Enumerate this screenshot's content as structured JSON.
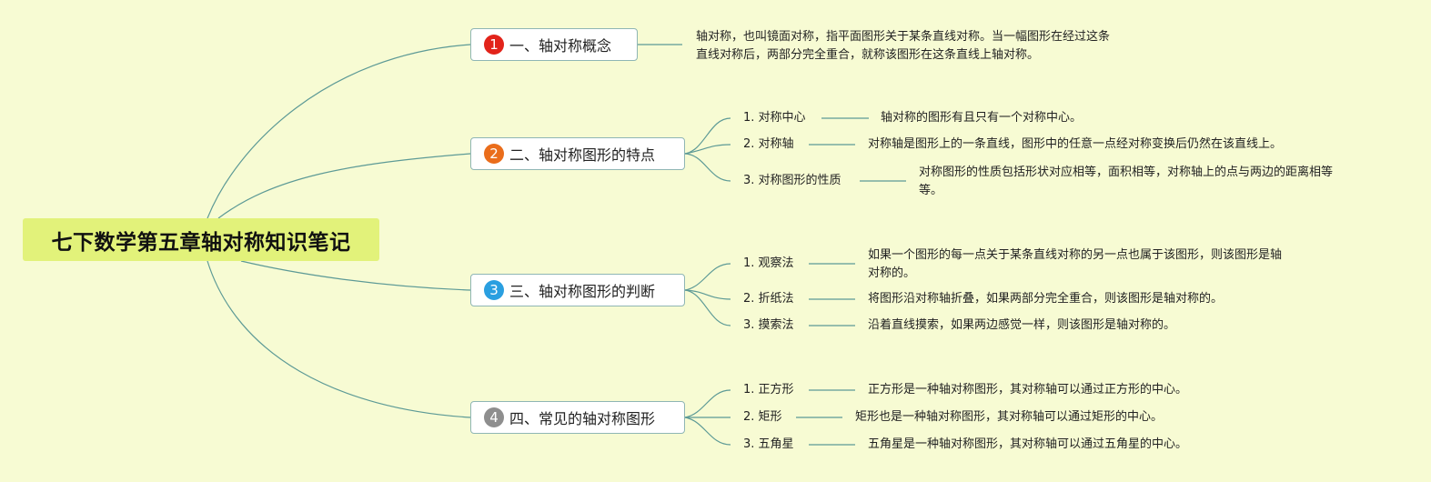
{
  "root": {
    "title": "七下数学第五章轴对称知识笔记"
  },
  "colors": {
    "background": "#f7fbd3",
    "root_fill": "#e2f27a",
    "line": "#5d9a96",
    "badge_1": "#e2231a",
    "badge_2": "#ea6d1b",
    "badge_3": "#2a9fe0",
    "badge_4": "#8e8e8e"
  },
  "branches": [
    {
      "num": "1",
      "title": "一、轴对称概念",
      "description": [
        "轴对称，也叫镜面对称，指平面图形关于某条直线对称。当一幅图形在经过这条",
        "直线对称后，两部分完全重合，就称该图形在这条直线上轴对称。"
      ]
    },
    {
      "num": "2",
      "title": "二、轴对称图形的特点",
      "items": [
        {
          "label": "1. 对称中心",
          "desc": [
            "轴对称的图形有且只有一个对称中心。"
          ]
        },
        {
          "label": "2. 对称轴",
          "desc": [
            "对称轴是图形上的一条直线，图形中的任意一点经对称变换后仍然在该直线上。"
          ]
        },
        {
          "label": "3. 对称图形的性质",
          "desc": [
            "对称图形的性质包括形状对应相等，面积相等，对称轴上的点与两边的距离相等",
            "等。"
          ]
        }
      ]
    },
    {
      "num": "3",
      "title": "三、轴对称图形的判断",
      "items": [
        {
          "label": "1. 观察法",
          "desc": [
            "如果一个图形的每一点关于某条直线对称的另一点也属于该图形，则该图形是轴",
            "对称的。"
          ]
        },
        {
          "label": "2. 折纸法",
          "desc": [
            "将图形沿对称轴折叠，如果两部分完全重合，则该图形是轴对称的。"
          ]
        },
        {
          "label": "3. 摸索法",
          "desc": [
            "沿着直线摸索，如果两边感觉一样，则该图形是轴对称的。"
          ]
        }
      ]
    },
    {
      "num": "4",
      "title": "四、常见的轴对称图形",
      "items": [
        {
          "label": "1. 正方形",
          "desc": [
            "正方形是一种轴对称图形，其对称轴可以通过正方形的中心。"
          ]
        },
        {
          "label": "2. 矩形",
          "desc": [
            "矩形也是一种轴对称图形，其对称轴可以通过矩形的中心。"
          ]
        },
        {
          "label": "3. 五角星",
          "desc": [
            "五角星是一种轴对称图形，其对称轴可以通过五角星的中心。"
          ]
        }
      ]
    }
  ]
}
